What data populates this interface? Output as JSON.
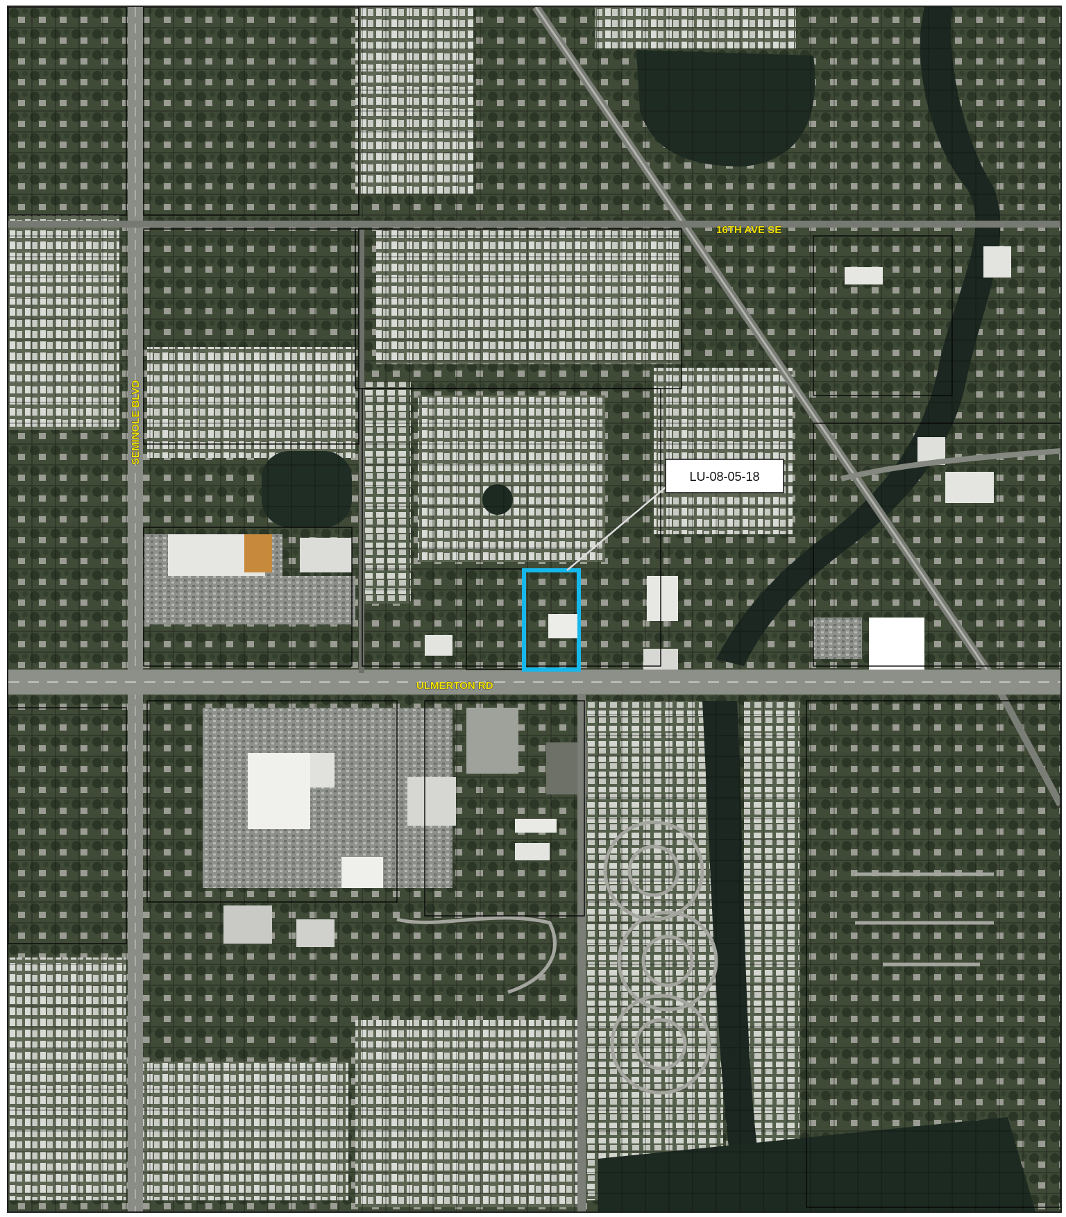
{
  "map": {
    "callout_label": "LU-08-05-18",
    "highlight_color": "#16b8ec",
    "label_color": "#f4e400",
    "road_labels": {
      "north": "16TH AVE SE",
      "west": "SEMINOLE BLVD",
      "south": "ULMERTON RD"
    }
  }
}
